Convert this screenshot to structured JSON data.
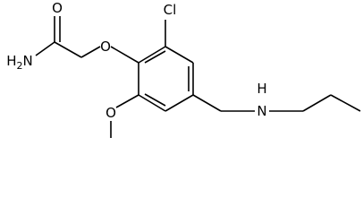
{
  "structure": {
    "atoms": {
      "carbonyl_oxygen": "O",
      "amide_nitrogen": "H2N",
      "ether_oxygen": "O",
      "chlorine": "Cl",
      "methoxy_oxygen": "O",
      "amine_nitrogen": "H",
      "amine_nitrogen_letter": "N"
    },
    "colors": {
      "bond": "#000000",
      "text": "#000000",
      "background": "#ffffff"
    }
  }
}
